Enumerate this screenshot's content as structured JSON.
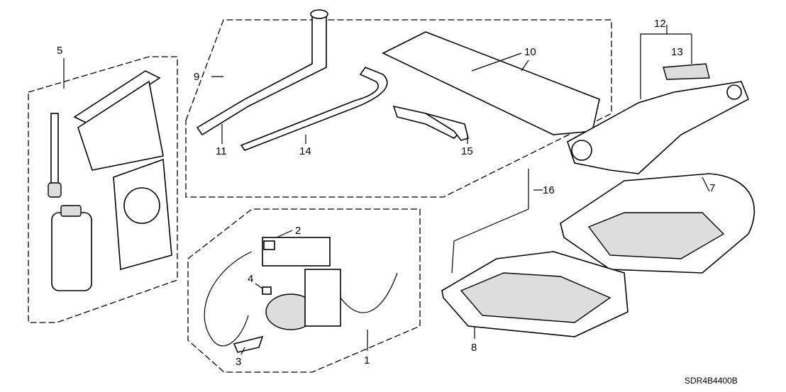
{
  "diagram": {
    "code": "SDR4B4400B",
    "callouts": {
      "p1": "1",
      "p2": "2",
      "p3": "3",
      "p4": "4",
      "p5": "5",
      "p7": "7",
      "p8": "8",
      "p9": "9",
      "p10": "10",
      "p11": "11",
      "p12": "12",
      "p13": "13",
      "p14": "14",
      "p15": "15",
      "p16": "16"
    }
  }
}
